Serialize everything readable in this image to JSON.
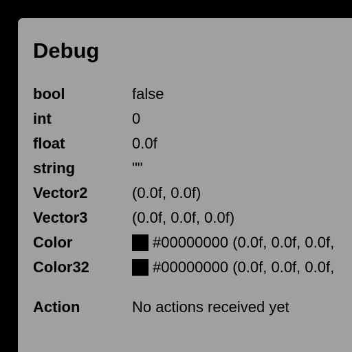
{
  "panel": {
    "title": "Debug"
  },
  "rows": [
    {
      "label": "bool",
      "value": "false"
    },
    {
      "label": "int",
      "value": "0"
    },
    {
      "label": "float",
      "value": "0.0f"
    },
    {
      "label": "string",
      "value": "\"\""
    },
    {
      "label": "Vector2",
      "value": "(0.0f, 0.0f)"
    },
    {
      "label": "Vector3",
      "value": "(0.0f, 0.0f, 0.0f)"
    },
    {
      "label": "Color",
      "value": "#00000000 (0.0f, 0.0f, 0.0f,",
      "swatch_color": "#000000"
    },
    {
      "label": "Color32",
      "value": "#00000000 (0.0f, 0.0f, 0.0f,",
      "swatch_color": "#000000"
    }
  ],
  "action": {
    "label": "Action",
    "value": "No actions received yet"
  },
  "colors": {
    "background": "#000000",
    "panel": "#a0a0a0",
    "text": "#000000"
  }
}
